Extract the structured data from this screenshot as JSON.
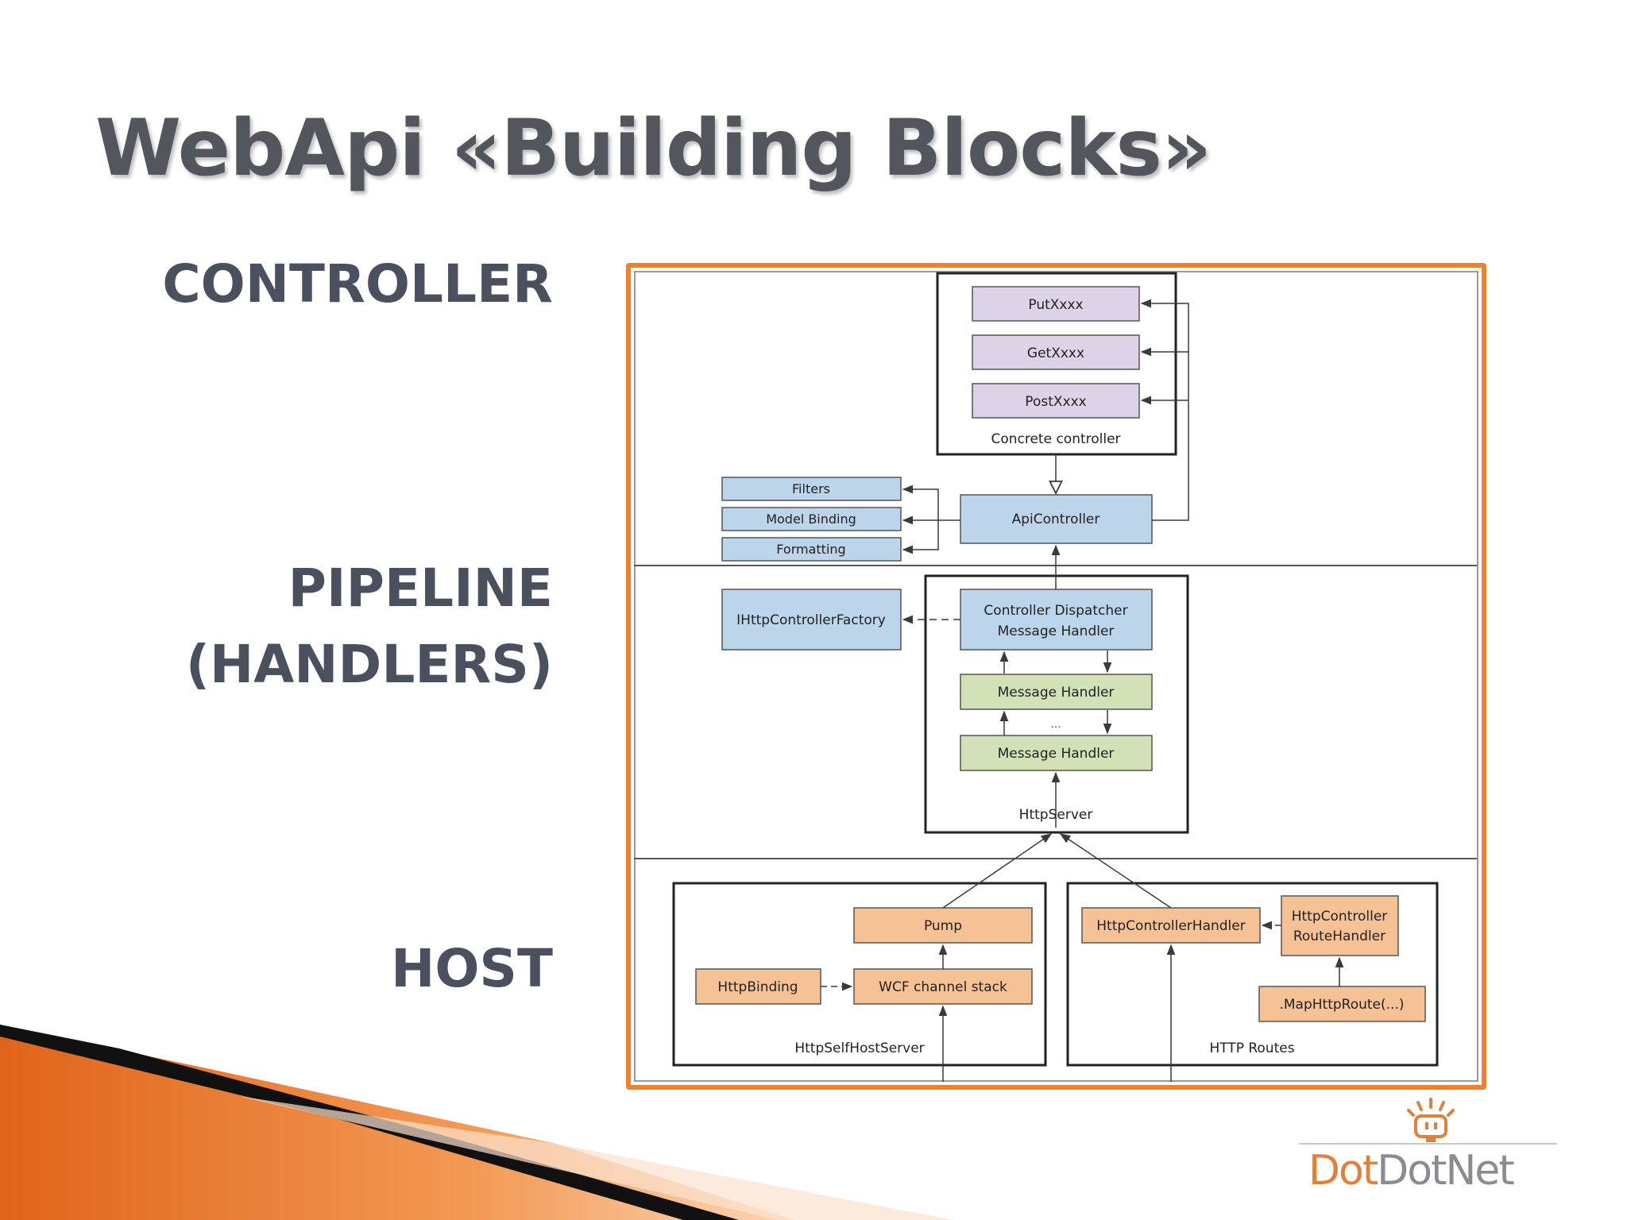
{
  "slide": {
    "title": "WebApi «Building Blocks»",
    "layers": {
      "controller": "CONTROLLER",
      "pipeline_line1": "PIPELINE",
      "pipeline_line2": "(HANDLERS)",
      "host": "HOST"
    }
  },
  "diagram": {
    "controller": {
      "methods": [
        "PutXxxx",
        "GetXxxx",
        "PostXxxx"
      ],
      "concrete_label": "Concrete controller",
      "api_controller": "ApiController",
      "services": [
        "Filters",
        "Model Binding",
        "Formatting"
      ]
    },
    "pipeline": {
      "dispatcher_line1": "Controller Dispatcher",
      "dispatcher_line2": "Message Handler",
      "factory": "IHttpControllerFactory",
      "handler_top": "Message Handler",
      "ellipsis": "...",
      "handler_bottom": "Message Handler",
      "server_label": "HttpServer"
    },
    "host": {
      "selfhost": {
        "pump": "Pump",
        "binding": "HttpBinding",
        "channel": "WCF channel stack",
        "label": "HttpSelfHostServer"
      },
      "routes": {
        "controller_handler": "HttpControllerHandler",
        "route_handler_line1": "HttpController",
        "route_handler_line2": "RouteHandler",
        "map_route": ".MapHttpRoute(...)",
        "label": "HTTP Routes"
      }
    },
    "colors": {
      "method_fill": "#dcd3e8",
      "controller_fill": "#bcd5ea",
      "handler_fill": "#d3e2b6",
      "host_fill": "#f6c195",
      "frame": "#f07f2e"
    }
  },
  "logo": {
    "text_part1": "Dot",
    "text_part2": "DotNet",
    "icon": "lightbulb-bot-icon"
  }
}
